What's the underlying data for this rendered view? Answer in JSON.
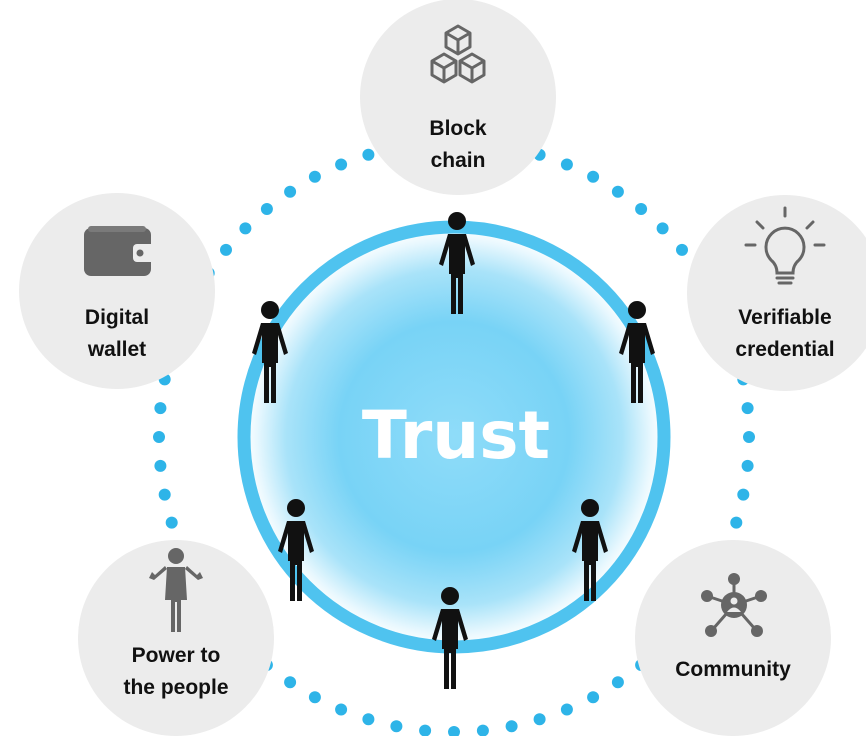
{
  "center": {
    "label": "Trust"
  },
  "nodes": {
    "blockchain": {
      "line1": "Block",
      "line2": "chain",
      "icon": "blockchain-icon"
    },
    "digital_wallet": {
      "line1": "Digital",
      "line2": "wallet",
      "icon": "wallet-icon"
    },
    "verifiable_credential": {
      "line1": "Verifiable",
      "line2": "credential",
      "icon": "lightbulb-icon"
    },
    "power_to_people": {
      "line1": "Power to",
      "line2": "the people",
      "icon": "person-shrug-icon"
    },
    "community": {
      "line1": "Community",
      "icon": "community-network-icon"
    }
  },
  "people_count": 6,
  "colors": {
    "ring": "#4fc3ef",
    "glow": "#6dcff5",
    "dots": "#2eb4e8",
    "node_fill": "#ececec",
    "icon": "#666666",
    "person": "#111111",
    "label": "#111111"
  }
}
